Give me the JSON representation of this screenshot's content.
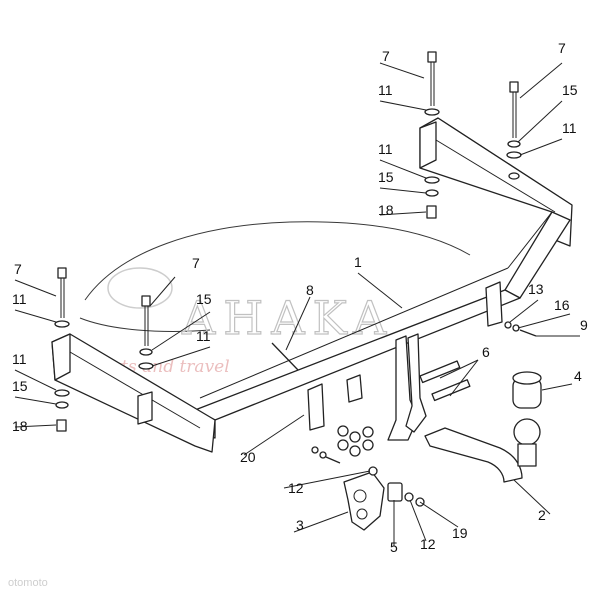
{
  "diagram": {
    "callouts": [
      {
        "id": "c-7a",
        "label": "7"
      },
      {
        "id": "c-7b",
        "label": "7"
      },
      {
        "id": "c-11a",
        "label": "11"
      },
      {
        "id": "c-15a",
        "label": "15"
      },
      {
        "id": "c-11b",
        "label": "11"
      },
      {
        "id": "c-11c",
        "label": "11"
      },
      {
        "id": "c-15b",
        "label": "15"
      },
      {
        "id": "c-18a",
        "label": "18"
      },
      {
        "id": "c-7c",
        "label": "7"
      },
      {
        "id": "c-7d",
        "label": "7"
      },
      {
        "id": "c-11d",
        "label": "11"
      },
      {
        "id": "c-15c",
        "label": "15"
      },
      {
        "id": "c-11e",
        "label": "11"
      },
      {
        "id": "c-11f",
        "label": "11"
      },
      {
        "id": "c-15d",
        "label": "15"
      },
      {
        "id": "c-18b",
        "label": "18"
      },
      {
        "id": "c-1",
        "label": "1"
      },
      {
        "id": "c-8",
        "label": "8"
      },
      {
        "id": "c-13",
        "label": "13"
      },
      {
        "id": "c-16",
        "label": "16"
      },
      {
        "id": "c-9",
        "label": "9"
      },
      {
        "id": "c-6",
        "label": "6"
      },
      {
        "id": "c-4",
        "label": "4"
      },
      {
        "id": "c-20",
        "label": "20"
      },
      {
        "id": "c-12a",
        "label": "12"
      },
      {
        "id": "c-3",
        "label": "3"
      },
      {
        "id": "c-5",
        "label": "5"
      },
      {
        "id": "c-12b",
        "label": "12"
      },
      {
        "id": "c-19",
        "label": "19"
      },
      {
        "id": "c-2",
        "label": "2"
      }
    ]
  },
  "watermark": {
    "brand": "AHAKA",
    "tagline": "parts and travel",
    "corner": "otomoto"
  }
}
